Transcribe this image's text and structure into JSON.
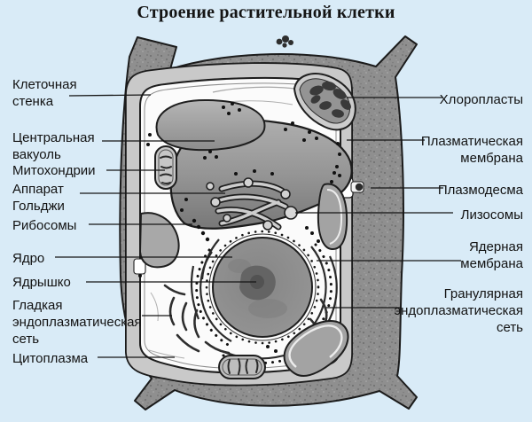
{
  "title": "Строение растительной клетки",
  "colors": {
    "background": "#d9ebf7",
    "text": "#121212",
    "leader_line": "#151515",
    "cell_wall": "#8f8f8f",
    "cell_wall_inner_layer": "#c9c9c9",
    "cytoplasm": "#fbfbfb",
    "vacuole": "#8f8f8f",
    "nucleolus": "#646464"
  },
  "labels": {
    "left": [
      {
        "id": "cell-wall",
        "text": "Клеточная\nстенка"
      },
      {
        "id": "central-vacuole",
        "text": "Центральная\nвакуоль"
      },
      {
        "id": "mitochondria",
        "text": "Митохондрии"
      },
      {
        "id": "golgi-apparatus",
        "text": "Аппарат\nГольджи"
      },
      {
        "id": "ribosomes",
        "text": "Рибосомы"
      },
      {
        "id": "nucleus",
        "text": "Ядро"
      },
      {
        "id": "nucleolus",
        "text": "Ядрышко"
      },
      {
        "id": "smooth-er",
        "text": "Гладкая\nэндоплазматическая\nсеть"
      },
      {
        "id": "cytoplasm",
        "text": "Цитоплазма"
      }
    ],
    "right": [
      {
        "id": "chloroplasts",
        "text": "Хлоропласты"
      },
      {
        "id": "plasma-membrane",
        "text": "Плазматическая\nмембрана"
      },
      {
        "id": "plasmodesma",
        "text": "Плазмодесма"
      },
      {
        "id": "lysosomes",
        "text": "Лизосомы"
      },
      {
        "id": "nuclear-membrane",
        "text": "Ядерная\nмембрана"
      },
      {
        "id": "granular-er",
        "text": "Гранулярная\nэндоплазматическая\nсеть"
      }
    ]
  }
}
